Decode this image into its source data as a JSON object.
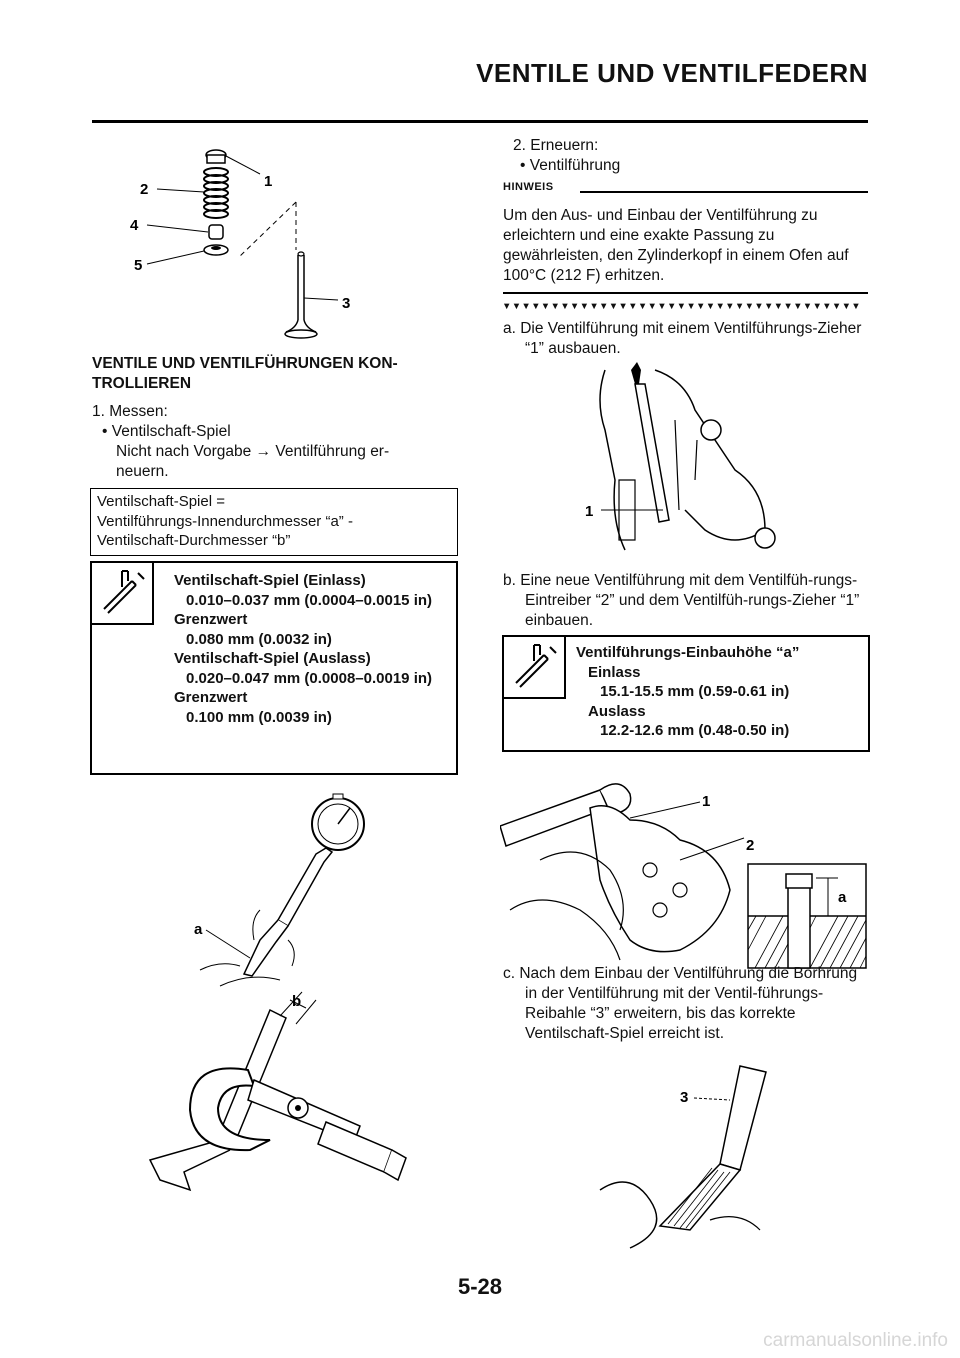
{
  "header": {
    "title": "VENTILE UND VENTILFEDERN"
  },
  "left": {
    "fig1_callouts": [
      "2",
      "1",
      "4",
      "5",
      "3"
    ],
    "section_heading": "VENTILE UND VENTILFÜHRUNGEN KON-TROLLIEREN",
    "step1": "1. Messen:",
    "step1_bullet": "• Ventilschaft-Spiel",
    "step1_text": "Nicht nach Vorgabe → Ventilführung er-neuern.",
    "formula_lines": [
      "Ventilschaft-Spiel =",
      "Ventilführungs-Innendurchmesser “a” -",
      "Ventilschaft-Durchmesser “b”"
    ],
    "spec1": [
      {
        "text": "Ventilschaft-Spiel (Einlass)",
        "level": 1
      },
      {
        "text": "0.010–0.037 mm (0.0004–0.0015 in)",
        "level": 2
      },
      {
        "text": "Grenzwert",
        "level": 1
      },
      {
        "text": "0.080 mm (0.0032 in)",
        "level": 2
      },
      {
        "text": "Ventilschaft-Spiel (Auslass)",
        "level": 1
      },
      {
        "text": "0.020–0.047 mm (0.0008–0.0019 in)",
        "level": 2
      },
      {
        "text": "Grenzwert",
        "level": 1
      },
      {
        "text": "0.100 mm (0.0039 in)",
        "level": 2
      }
    ],
    "fig2_label": "a",
    "fig3_label": "b"
  },
  "right": {
    "step2": "2. Erneuern:",
    "step2_bullet": "• Ventilführung",
    "hinweis_label": "HINWEIS",
    "hinweis_text": "Um den Aus- und Einbau der Ventilführung zu erleichtern und eine exakte Passung zu gewährleisten, den Zylinderkopf in einem Ofen auf 100°C (212 F) erhitzen.",
    "triangles": "▼▼▼▼▼▼▼▼▼▼▼▼▼▼▼▼▼▼▼▼▼▼▼▼▼▼▼▼▼▼▼▼▼▼▼▼▼",
    "step_a": "a. Die Ventilführung mit einem Ventilführungs-Zieher “1” ausbauen.",
    "fig4_label": "1",
    "step_b": "b. Eine neue Ventilführung mit dem Ventilfüh-rungs-Eintreiber “2” und dem Ventilfüh-rungs-Zieher “1” einbauen.",
    "spec2": [
      {
        "text": "Ventilführungs-Einbauhöhe “a”",
        "level": 1
      },
      {
        "text": "Einlass",
        "level": 2
      },
      {
        "text": "15.1-15.5 mm (0.59-0.61 in)",
        "level": 3
      },
      {
        "text": "Auslass",
        "level": 2
      },
      {
        "text": "12.2-12.6 mm (0.48-0.50 in)",
        "level": 3
      }
    ],
    "fig5_callouts": [
      "1",
      "2",
      "a"
    ],
    "step_c": "c. Nach dem Einbau der Ventilführung die Borhrung in der Ventilführung mit der Ventil-führungs-Reibahle “3” erweitern, bis das korrekte Ventilschaft-Spiel erreicht ist.",
    "fig6_label": "3"
  },
  "footer": {
    "page_number": "5-28",
    "watermark": "carmanualsonline.info"
  }
}
